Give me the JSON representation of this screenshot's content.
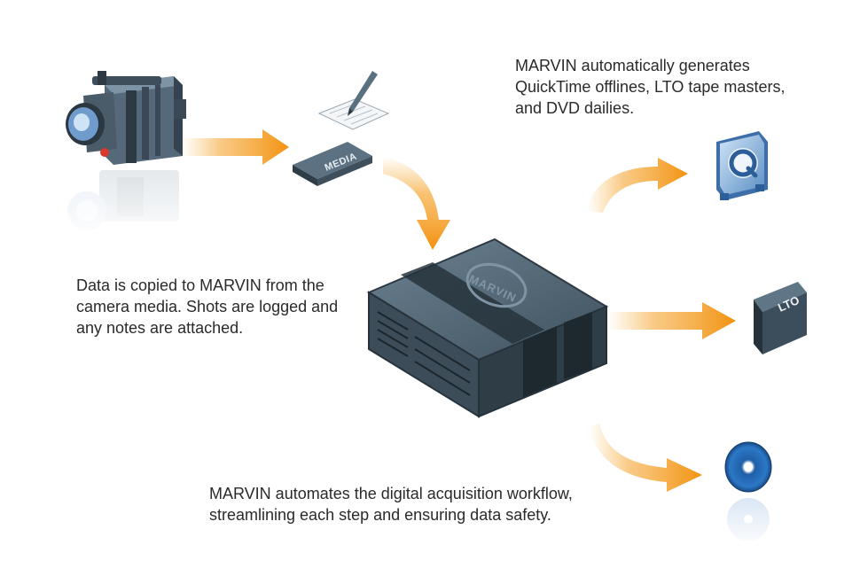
{
  "texts": {
    "outputs": [
      "MARVIN automatically generates",
      "QuickTime offlines, LTO tape masters,",
      "and DVD dailies."
    ],
    "copy": [
      "Data is copied to MARVIN from the",
      "camera media. Shots are logged and",
      "any notes are  attached."
    ],
    "automates": [
      "MARVIN automates the digital acquisition workflow,",
      "streamlining each step and ensuring data safety."
    ]
  },
  "labels": {
    "media": "MEDIA",
    "marvin": "MARVIN",
    "lto": "LTO"
  },
  "icons": {
    "camera": "video-camera-icon",
    "notes": "notepad-pen-icon",
    "media": "media-card-icon",
    "device": "marvin-device-icon",
    "quicktime": "quicktime-icon",
    "lto": "lto-tape-icon",
    "dvd": "dvd-disc-icon"
  },
  "colors": {
    "arrow": "#f29a1c",
    "device_body": "#4b5f6e",
    "device_dark": "#26323b",
    "text": "#2a2a2a"
  }
}
